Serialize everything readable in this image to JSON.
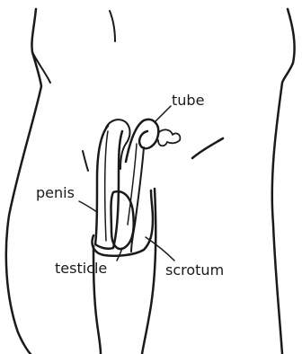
{
  "labels": {
    "tube": "tube",
    "penis": "penis",
    "testicle": "testicle",
    "scrotum": "scrotum"
  },
  "colors": {
    "ink": "#1a1a1a",
    "background": "#ffffff"
  }
}
